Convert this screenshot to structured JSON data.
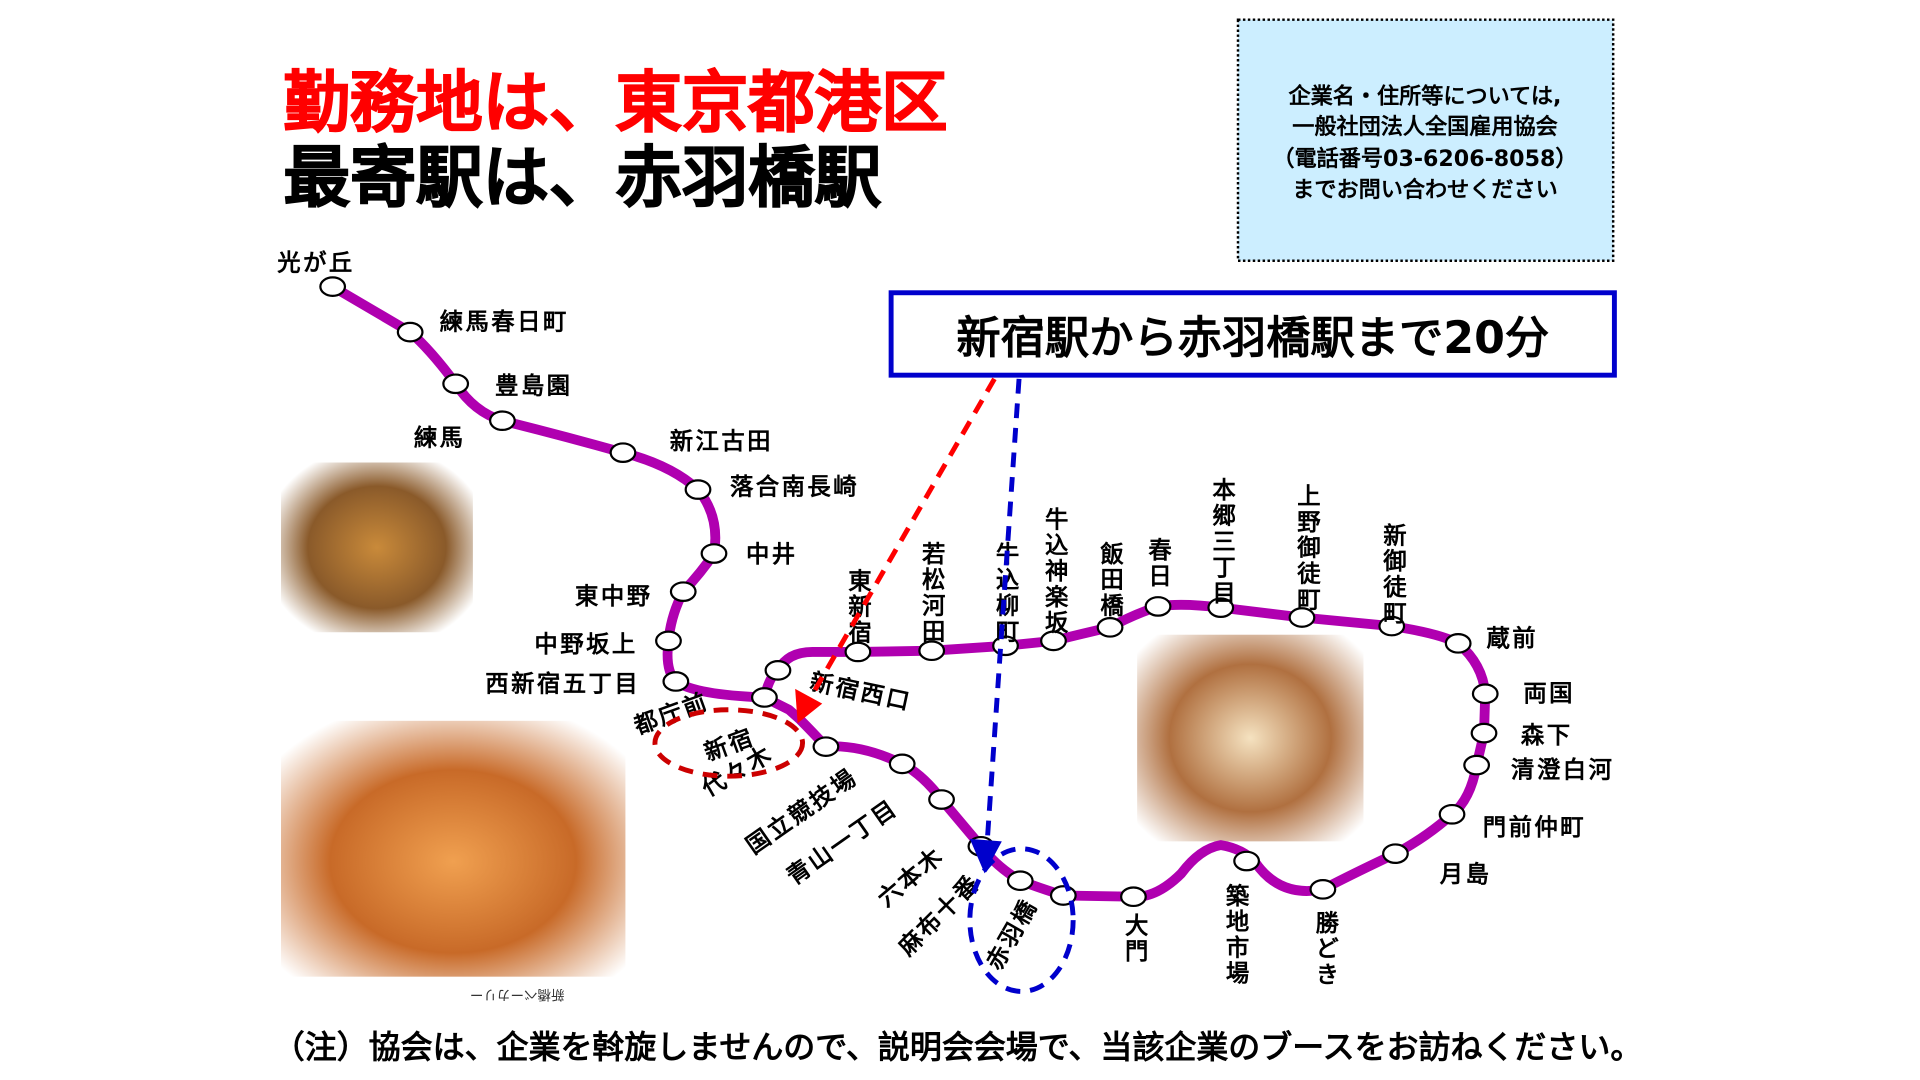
{
  "title": {
    "line1": "勤務地は、東京都港区",
    "line2": "最寄駅は、赤羽橋駅",
    "line1_color": "#ff0000",
    "line2_color": "#000000"
  },
  "info_box": {
    "lines": [
      "企業名・住所等については,",
      "一般社団法人全国雇用協会",
      "（電話番号03-6206-8058）",
      "までお問い合わせください"
    ],
    "background": "#cceeff"
  },
  "callout": {
    "text": "新宿駅から赤羽橋駅まで20分",
    "border_color": "#0000cc"
  },
  "line_color": "#b000b0",
  "arrow_colors": {
    "from_shinjuku": "#ff0000",
    "to_akabanebashi": "#0000cc"
  },
  "highlight": {
    "origin": "新宿",
    "destination": "赤羽橋"
  },
  "stations": [
    "光が丘",
    "練馬春日町",
    "豊島園",
    "練馬",
    "新江古田",
    "落合南長崎",
    "中井",
    "東中野",
    "中野坂上",
    "西新宿五丁目",
    "都庁前",
    "新宿西口",
    "東新宿",
    "若松河田",
    "牛込柳町",
    "牛込神楽坂",
    "飯田橋",
    "春日",
    "本郷三丁目",
    "上野御徒町",
    "新御徒町",
    "蔵前",
    "両国",
    "森下",
    "清澄白河",
    "門前仲町",
    "月島",
    "勝どき",
    "築地市場",
    "大門",
    "赤羽橋",
    "麻布十番",
    "六本木",
    "青山一丁目",
    "国立競技場",
    "代々木"
  ],
  "photos": [
    {
      "name": "bakery-shelf-photo-1"
    },
    {
      "name": "bakery-shelf-photo-2",
      "caption": "新橋ベーカリー"
    },
    {
      "name": "bakery-interior-photo"
    }
  ],
  "footnote": "（注）協会は、企業を斡旋しませんので、説明会会場で、当該企業のブースをお訪ねください。"
}
